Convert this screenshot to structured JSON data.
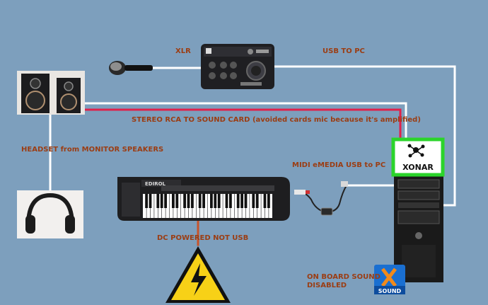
{
  "labels": {
    "xlr": "XLR",
    "usb_to_pc": "USB TO PC",
    "stereo_rca": "STEREO RCA TO SOUND CARD (avoided cards mic because it's amplified)",
    "headset": "HEADSET from MONITOR SPEAKERS",
    "midi": "MIDI eMEDIA USB to PC",
    "dc_powered": "DC POWERED NOT USB",
    "onboard_line1": "ON BOARD SOUND",
    "onboard_line2": "DISABLED"
  },
  "devices": {
    "keyboard_brand": "EDIROL",
    "soundcard_brand": "XONAR",
    "sound_badge": "SOUND"
  },
  "colors": {
    "background": "#7d9fbd",
    "label_text": "#9b3d13",
    "cable_white": "#ffffff",
    "cable_red": "#e0204a",
    "xonar_frame": "#2bd42b",
    "warning_yellow": "#f7d117"
  }
}
